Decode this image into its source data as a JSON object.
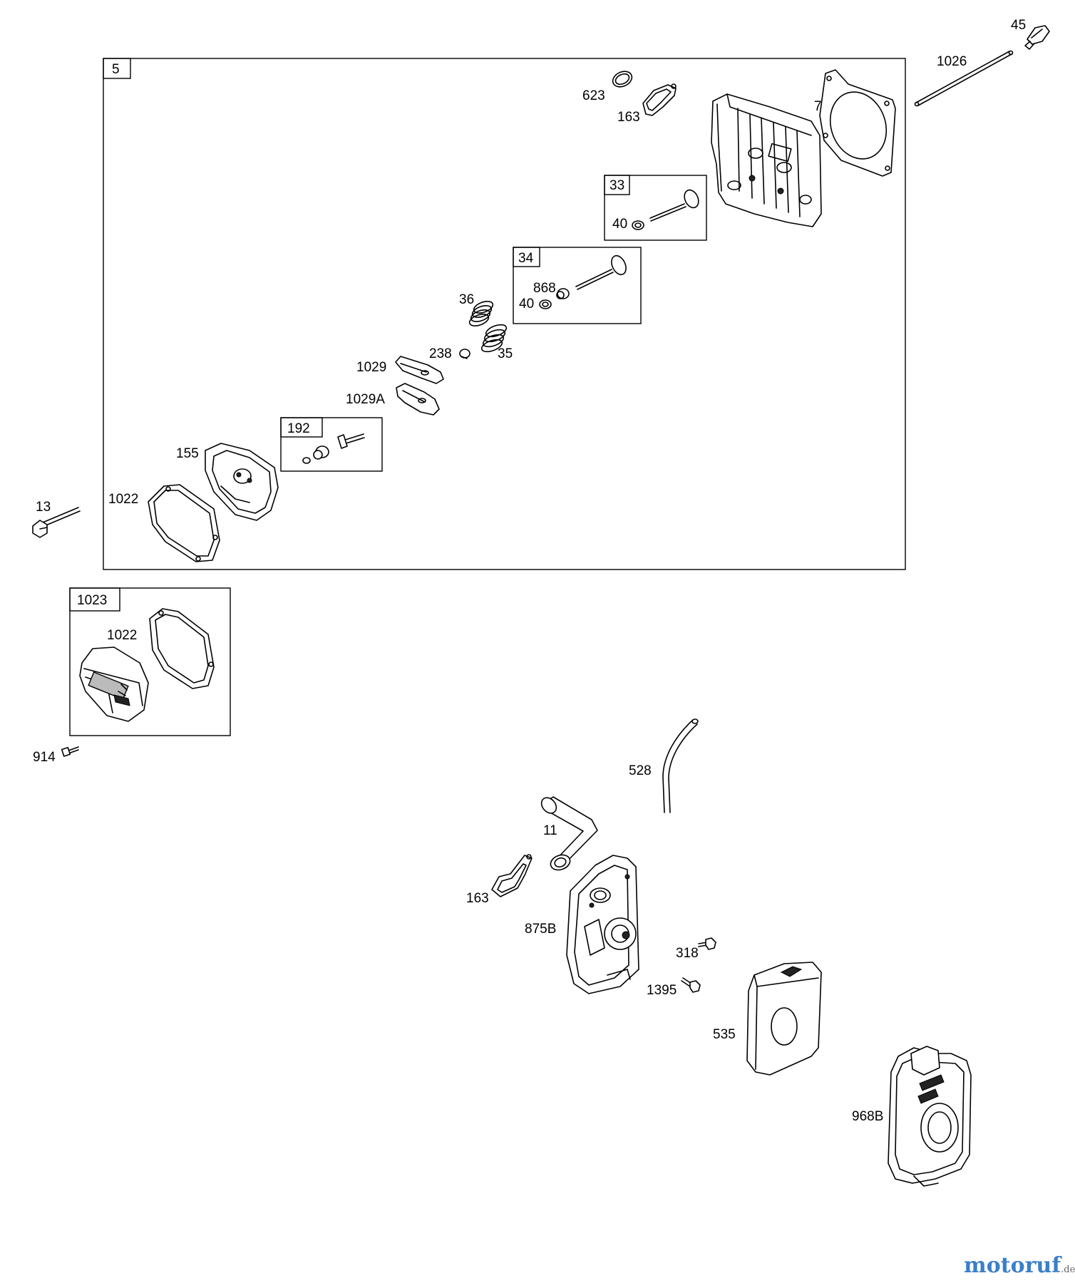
{
  "labels": {
    "p45": "45",
    "p1026": "1026",
    "p5": "5",
    "p623": "623",
    "p163a": "163",
    "p7": "7",
    "p33": "33",
    "p40a": "40",
    "p34": "34",
    "p868": "868",
    "p40b": "40",
    "p36": "36",
    "p238": "238",
    "p35": "35",
    "p1029": "1029",
    "p1029A": "1029A",
    "p192": "192",
    "p155": "155",
    "p1022a": "1022",
    "p13": "13",
    "p1023": "1023",
    "p1022b": "1022",
    "p914": "914",
    "p528": "528",
    "p11": "11",
    "p163b": "163",
    "p875B": "875B",
    "p318": "318",
    "p1395": "1395",
    "p535": "535",
    "p968B": "968B"
  },
  "watermark": {
    "brand": "motoruf",
    "tld": ".de"
  },
  "colors": {
    "line": "#000000",
    "background": "#ffffff",
    "watermark": "#3a7fc9"
  }
}
